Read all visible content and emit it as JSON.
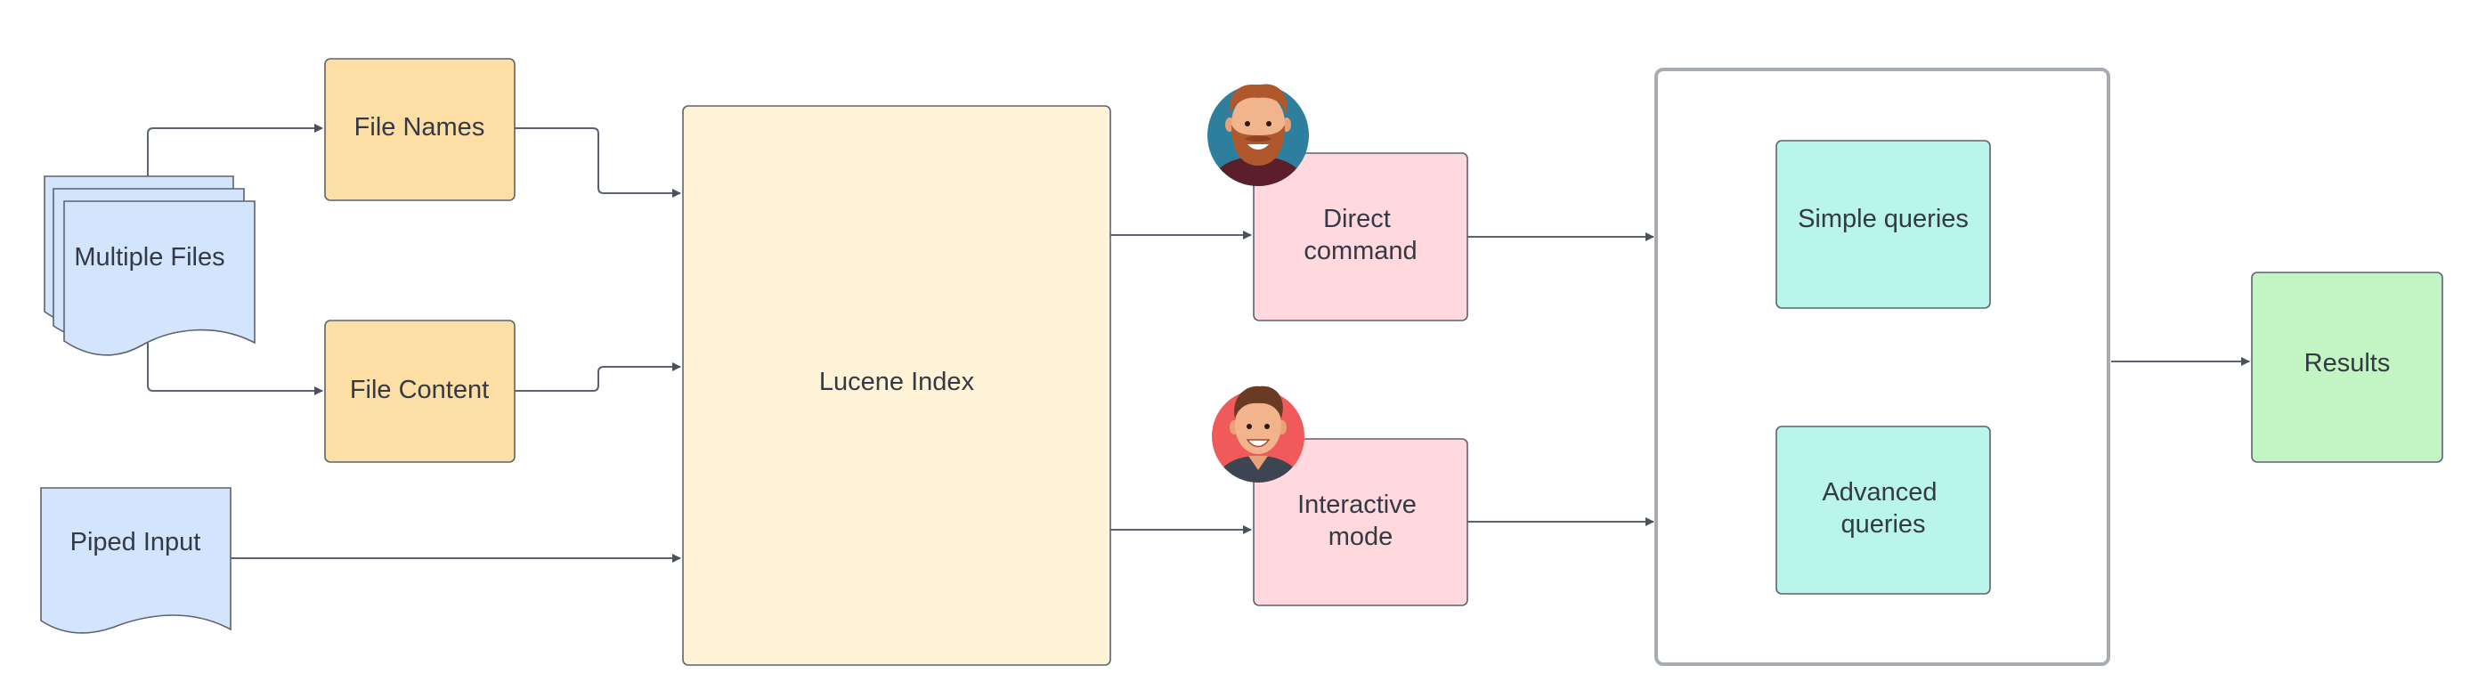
{
  "colors": {
    "document_fill": "#d3e4fd",
    "source_fill": "#fddfa6",
    "index_fill": "#fef3d7",
    "mode_fill": "#ffd9dd",
    "query_fill": "#b9f5ea",
    "results_fill": "#c2f5c3",
    "stroke": "#5b6270",
    "text": "#333a45"
  },
  "nodes": {
    "multiple_files": {
      "label": "Multiple Files"
    },
    "file_names": {
      "label": "File Names"
    },
    "file_content": {
      "label": "File Content"
    },
    "piped_input": {
      "label": "Piped Input"
    },
    "lucene_index": {
      "label": "Lucene Index"
    },
    "direct_command": {
      "lines": [
        "Direct",
        "command"
      ]
    },
    "interactive_mode": {
      "lines": [
        "Interactive",
        "mode"
      ]
    },
    "simple_queries": {
      "label": "Simple queries"
    },
    "advanced_queries": {
      "lines": [
        "Advanced",
        "queries"
      ]
    },
    "results": {
      "label": "Results"
    }
  },
  "avatars": {
    "direct_command_user": "bearded-man-avatar-icon",
    "interactive_mode_user": "smiling-man-avatar-icon"
  },
  "edges": [
    {
      "from": "multiple_files",
      "to": "file_names"
    },
    {
      "from": "multiple_files",
      "to": "file_content"
    },
    {
      "from": "file_names",
      "to": "lucene_index"
    },
    {
      "from": "file_content",
      "to": "lucene_index"
    },
    {
      "from": "piped_input",
      "to": "lucene_index"
    },
    {
      "from": "lucene_index",
      "to": "direct_command"
    },
    {
      "from": "lucene_index",
      "to": "interactive_mode"
    },
    {
      "from": "direct_command",
      "to": "query_group"
    },
    {
      "from": "interactive_mode",
      "to": "query_group"
    },
    {
      "from": "query_group",
      "to": "results"
    }
  ]
}
